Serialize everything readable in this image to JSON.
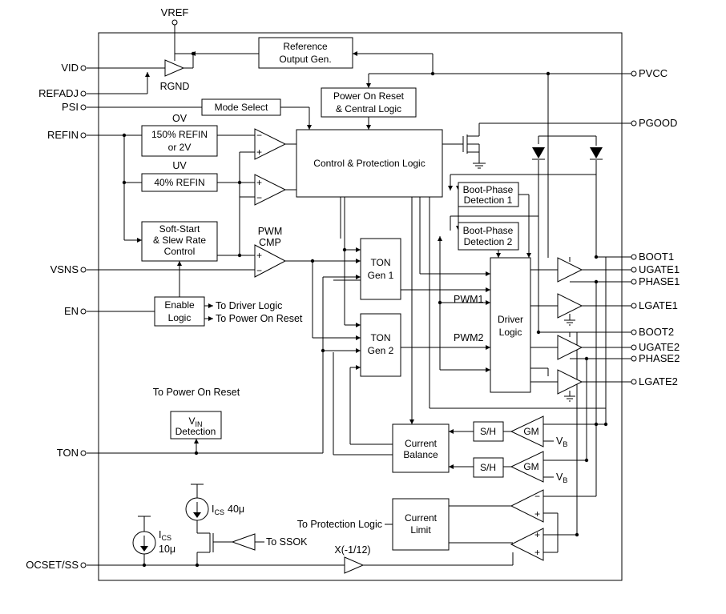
{
  "pins_top": {
    "vref": "VREF"
  },
  "pins_left": {
    "vid": "VID",
    "refadj": "REFADJ",
    "psi": "PSI",
    "refin": "REFIN",
    "vsns": "VSNS",
    "en": "EN",
    "ton": "TON",
    "ocset": "OCSET/SS"
  },
  "pins_right": {
    "pvcc": "PVCC",
    "pgood": "PGOOD",
    "boot1": "BOOT1",
    "ugate1": "UGATE1",
    "phase1": "PHASE1",
    "lgate1": "LGATE1",
    "boot2": "BOOT2",
    "ugate2": "UGATE2",
    "phase2": "PHASE2",
    "lgate2": "LGATE2"
  },
  "blocks": {
    "ref_out": [
      "Reference",
      "Output Gen."
    ],
    "por": [
      "Power On Reset",
      "& Central Logic"
    ],
    "mode_select": "Mode Select",
    "ov_box": [
      "150% REFIN",
      "or 2V"
    ],
    "uv_box": "40% REFIN",
    "softstart": [
      "Soft-Start",
      "& Slew Rate",
      "Control"
    ],
    "ctrl": "Control & Protection Logic",
    "boot1": [
      "Boot-Phase",
      "Detection 1"
    ],
    "boot2": [
      "Boot-Phase",
      "Detection 2"
    ],
    "ton1": [
      "TON",
      "Gen 1"
    ],
    "ton2": [
      "TON",
      "Gen 2"
    ],
    "driver": [
      "Driver",
      "Logic"
    ],
    "enable": [
      "Enable",
      "Logic"
    ],
    "vin_det_main": "V",
    "vin_det_sub": "IN",
    "vin_det_line2": "Detection",
    "current_balance": [
      "Current",
      "Balance"
    ],
    "sh": "S/H",
    "gm": "GM",
    "current_limit": [
      "Current",
      "Limit"
    ]
  },
  "labels": {
    "rgnd": "RGND",
    "ov": "OV",
    "uv": "UV",
    "pwm_cmp": [
      "PWM",
      "CMP"
    ],
    "to_driver": "To Driver Logic",
    "to_por": "To Power On Reset",
    "pwm1": "PWM1",
    "pwm2": "PWM2",
    "to_por2": "To Power On Reset",
    "vb_main": "V",
    "vb_sub": "B",
    "to_protect": "To Protection Logic",
    "ics40_main": "I",
    "ics40_sub": "CS",
    "ics40_val": "40μ",
    "ics10_main": "I",
    "ics10_sub": "CS",
    "ics10_val": "10μ",
    "to_ssok": "To SSOK",
    "x_gain": "X(-1/12)",
    "plus": "+",
    "minus": "−"
  }
}
